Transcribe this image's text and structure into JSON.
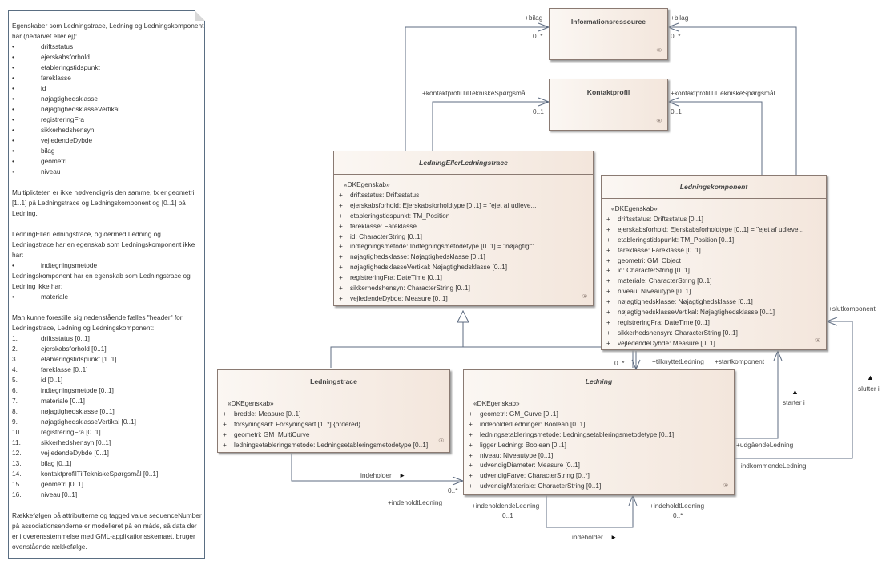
{
  "note": {
    "intro": "Egenskaber som Ledningstrace, Ledning og Ledningskomponent har (nedarvet eller ej):",
    "bullet": "•",
    "common_properties": [
      "driftsstatus",
      "ejerskabsforhold",
      "etableringstidspunkt",
      "fareklasse",
      "id",
      "nøjagtighedsklasse",
      "nøjagtighedsklasseVertikal",
      "registreringFra",
      "sikkerhedshensyn",
      "vejledendeDybde",
      "bilag",
      "geometri",
      "niveau"
    ],
    "multiplicity_text": "Multiplicteten er ikke nødvendigvis den samme, fx er geometri [1..1] på Ledningstrace og Ledningskomponent og [0..1] på Ledning.",
    "lel_text": "LedningEllerLedningstrace, og dermed Ledning og Ledningstrace har en egenskab som Ledningskomponent ikke har:",
    "lel_item": "indtegningsmetode",
    "lk_text": "Ledningskomponent har en egenskab som Ledningstrace og Ledning ikke har:",
    "lk_item": "materiale",
    "header_text": "Man kunne forestille sig nedenstående fælles \"header\" for Ledningstrace, Ledning og Ledningskomponent:",
    "header_items": [
      {
        "n": "1.",
        "t": "driftsstatus [0..1]"
      },
      {
        "n": "2.",
        "t": "ejerskabsforhold [0..1]"
      },
      {
        "n": "3.",
        "t": "etableringstidspunkt [1..1]"
      },
      {
        "n": "4.",
        "t": "fareklasse  [0..1]"
      },
      {
        "n": "5.",
        "t": "id [0..1]"
      },
      {
        "n": "6.",
        "t": "indtegningsmetode [0..1]"
      },
      {
        "n": "7.",
        "t": "materiale [0..1]"
      },
      {
        "n": "8.",
        "t": "nøjagtighedsklasse  [0..1]"
      },
      {
        "n": "9.",
        "t": "nøjagtighedsklasseVertikal  [0..1]"
      },
      {
        "n": "10.",
        "t": "registreringFra [0..1]"
      },
      {
        "n": "11.",
        "t": "sikkerhedshensyn [0..1]"
      },
      {
        "n": "12.",
        "t": "vejledendeDybde [0..1]"
      },
      {
        "n": "13.",
        "t": "bilag [0..1]"
      },
      {
        "n": "14.",
        "t": "kontaktprofilTilTekniskeSpørgsmål [0..1]"
      },
      {
        "n": "15.",
        "t": "geometri  [0..1]"
      },
      {
        "n": "16.",
        "t": "niveau [0..1]"
      }
    ],
    "closing_text": "Rækkefølgen på attributterne og tagged value sequenceNumber på associationsenderne er modelleret på en måde, så data der er i overensstemmelse med GML-applikationsskemaet, bruger ovenstående rækkefølge."
  },
  "classes": {
    "informationsressource": {
      "name": "Informationsressource"
    },
    "kontaktprofil": {
      "name": "Kontaktprofil"
    },
    "lel": {
      "name": "LedningEllerLedningstrace",
      "stereotype": "«DKEgenskab»",
      "attributes": [
        "driftsstatus: Driftsstatus",
        "ejerskabsforhold: Ejerskabsforholdtype [0..1] = \"ejet af udleve...",
        "etableringstidspunkt: TM_Position",
        "fareklasse: Fareklasse",
        "id: CharacterString [0..1]",
        "indtegningsmetode: Indtegningsmetodetype [0..1] = \"nøjagtigt\"",
        "nøjagtighedsklasse: Nøjagtighedsklasse [0..1]",
        "nøjagtighedsklasseVertikal: Nøjagtighedsklasse [0..1]",
        "registreringFra: DateTime [0..1]",
        "sikkerhedshensyn: CharacterString [0..1]",
        "vejledendeDybde: Measure [0..1]"
      ]
    },
    "ledningskomponent": {
      "name": "Ledningskomponent",
      "stereotype": "«DKEgenskab»",
      "attributes": [
        "driftsstatus: Driftsstatus [0..1]",
        "ejerskabsforhold: Ejerskabsforholdtype [0..1] = \"ejet af udleve...",
        "etableringstidspunkt: TM_Position [0..1]",
        "fareklasse: Fareklasse [0..1]",
        "geometri: GM_Object",
        "id: CharacterString [0..1]",
        "materiale: CharacterString [0..1]",
        "niveau: Niveautype [0..1]",
        "nøjagtighedsklasse: Nøjagtighedsklasse [0..1]",
        "nøjagtighedsklasseVertikal: Nøjagtighedsklasse [0..1]",
        "registreringFra: DateTime [0..1]",
        "sikkerhedshensyn: CharacterString [0..1]",
        "vejledendeDybde: Measure [0..1]"
      ]
    },
    "ledningstrace": {
      "name": "Ledningstrace",
      "stereotype": "«DKEgenskab»",
      "attributes": [
        "bredde: Measure [0..1]",
        "forsyningsart: Forsyningsart [1..*] {ordered}",
        "geometri: GM_MultiCurve",
        "ledningsetableringsmetode: Ledningsetableringsmetodetype [0..1]"
      ]
    },
    "ledning": {
      "name": "Ledning",
      "stereotype": "«DKEgenskab»",
      "attributes": [
        "geometri: GM_Curve [0..1]",
        "indeholderLedninger: Boolean [0..1]",
        "ledningsetableringsmetode: Ledningsetableringsmetodetype [0..1]",
        "liggerILedning: Boolean [0..1]",
        "niveau: Niveautype [0..1]",
        "udvendigDiameter: Measure [0..1]",
        "udvendigFarve: CharacterString [0..*]",
        "udvendigMateriale: CharacterString [0..1]"
      ]
    }
  },
  "plus": "+",
  "chain_icon": "○-○",
  "labels": {
    "bilag_left": "+bilag",
    "bilag_left_mult": "0..*",
    "bilag_right": "+bilag",
    "bilag_right_mult": "0..*",
    "kontakt_left": "+kontaktprofilTilTekniskeSpørgsmål",
    "kontakt_left_mult": "0..1",
    "kontakt_right": "+kontaktprofilTilTekniskeSpørgsmål",
    "kontakt_right_mult": "0..1",
    "tilknyttet_mult": "0..*",
    "tilknyttet": "+tilknyttetLedning",
    "startkomponent": "+startkomponent",
    "starter_i": "starter i",
    "starter_arrow": "▲",
    "slutkomponent": "+slutkomponent",
    "slutter_i": "slutter i",
    "slutter_arrow": "▲",
    "udgaaende": "+udgåendeLedning",
    "indkommende": "+indkommendeLedning",
    "indeholder1": "indeholder",
    "indeholder1_arrow": "►",
    "indeholdt1_mult": "0..*",
    "indeholdt1": "+indeholdtLedning",
    "indeholdende": "+indeholdendeLedning",
    "indeholdende_mult": "0..1",
    "indeholdt2": "+indeholdtLedning",
    "indeholdt2_mult": "0..*",
    "indeholder2": "indeholder",
    "indeholder2_arrow": "►"
  }
}
